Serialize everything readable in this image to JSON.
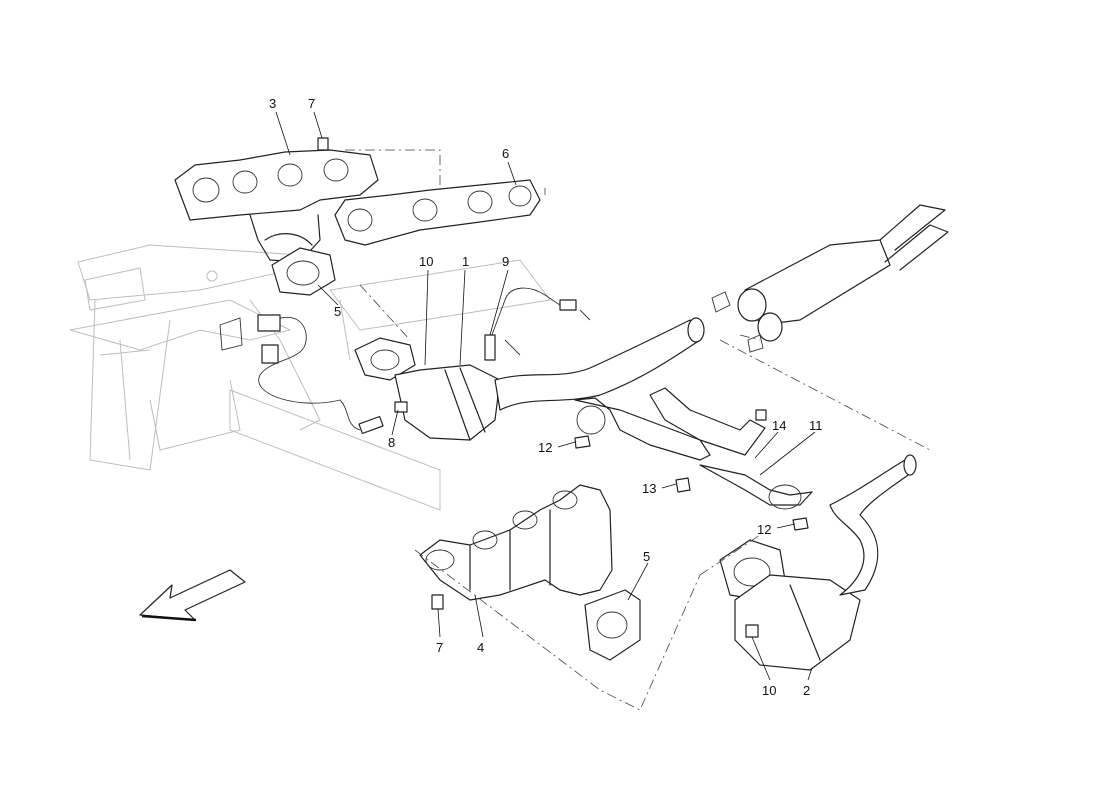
{
  "diagram": {
    "callouts": [
      {
        "id": "c3a",
        "label": "3"
      },
      {
        "id": "c7a",
        "label": "7"
      },
      {
        "id": "c6",
        "label": "6"
      },
      {
        "id": "c5a",
        "label": "5"
      },
      {
        "id": "c10a",
        "label": "10"
      },
      {
        "id": "c1",
        "label": "1"
      },
      {
        "id": "c9",
        "label": "9"
      },
      {
        "id": "c8",
        "label": "8"
      },
      {
        "id": "c12a",
        "label": "12"
      },
      {
        "id": "c14",
        "label": "14"
      },
      {
        "id": "c11",
        "label": "11"
      },
      {
        "id": "c13",
        "label": "13"
      },
      {
        "id": "c12b",
        "label": "12"
      },
      {
        "id": "c5b",
        "label": "5"
      },
      {
        "id": "c7b",
        "label": "7"
      },
      {
        "id": "c4",
        "label": "4"
      },
      {
        "id": "c10b",
        "label": "10"
      },
      {
        "id": "c2",
        "label": "2"
      }
    ],
    "icons": {
      "direction_arrow": "direction-arrow-icon"
    }
  }
}
